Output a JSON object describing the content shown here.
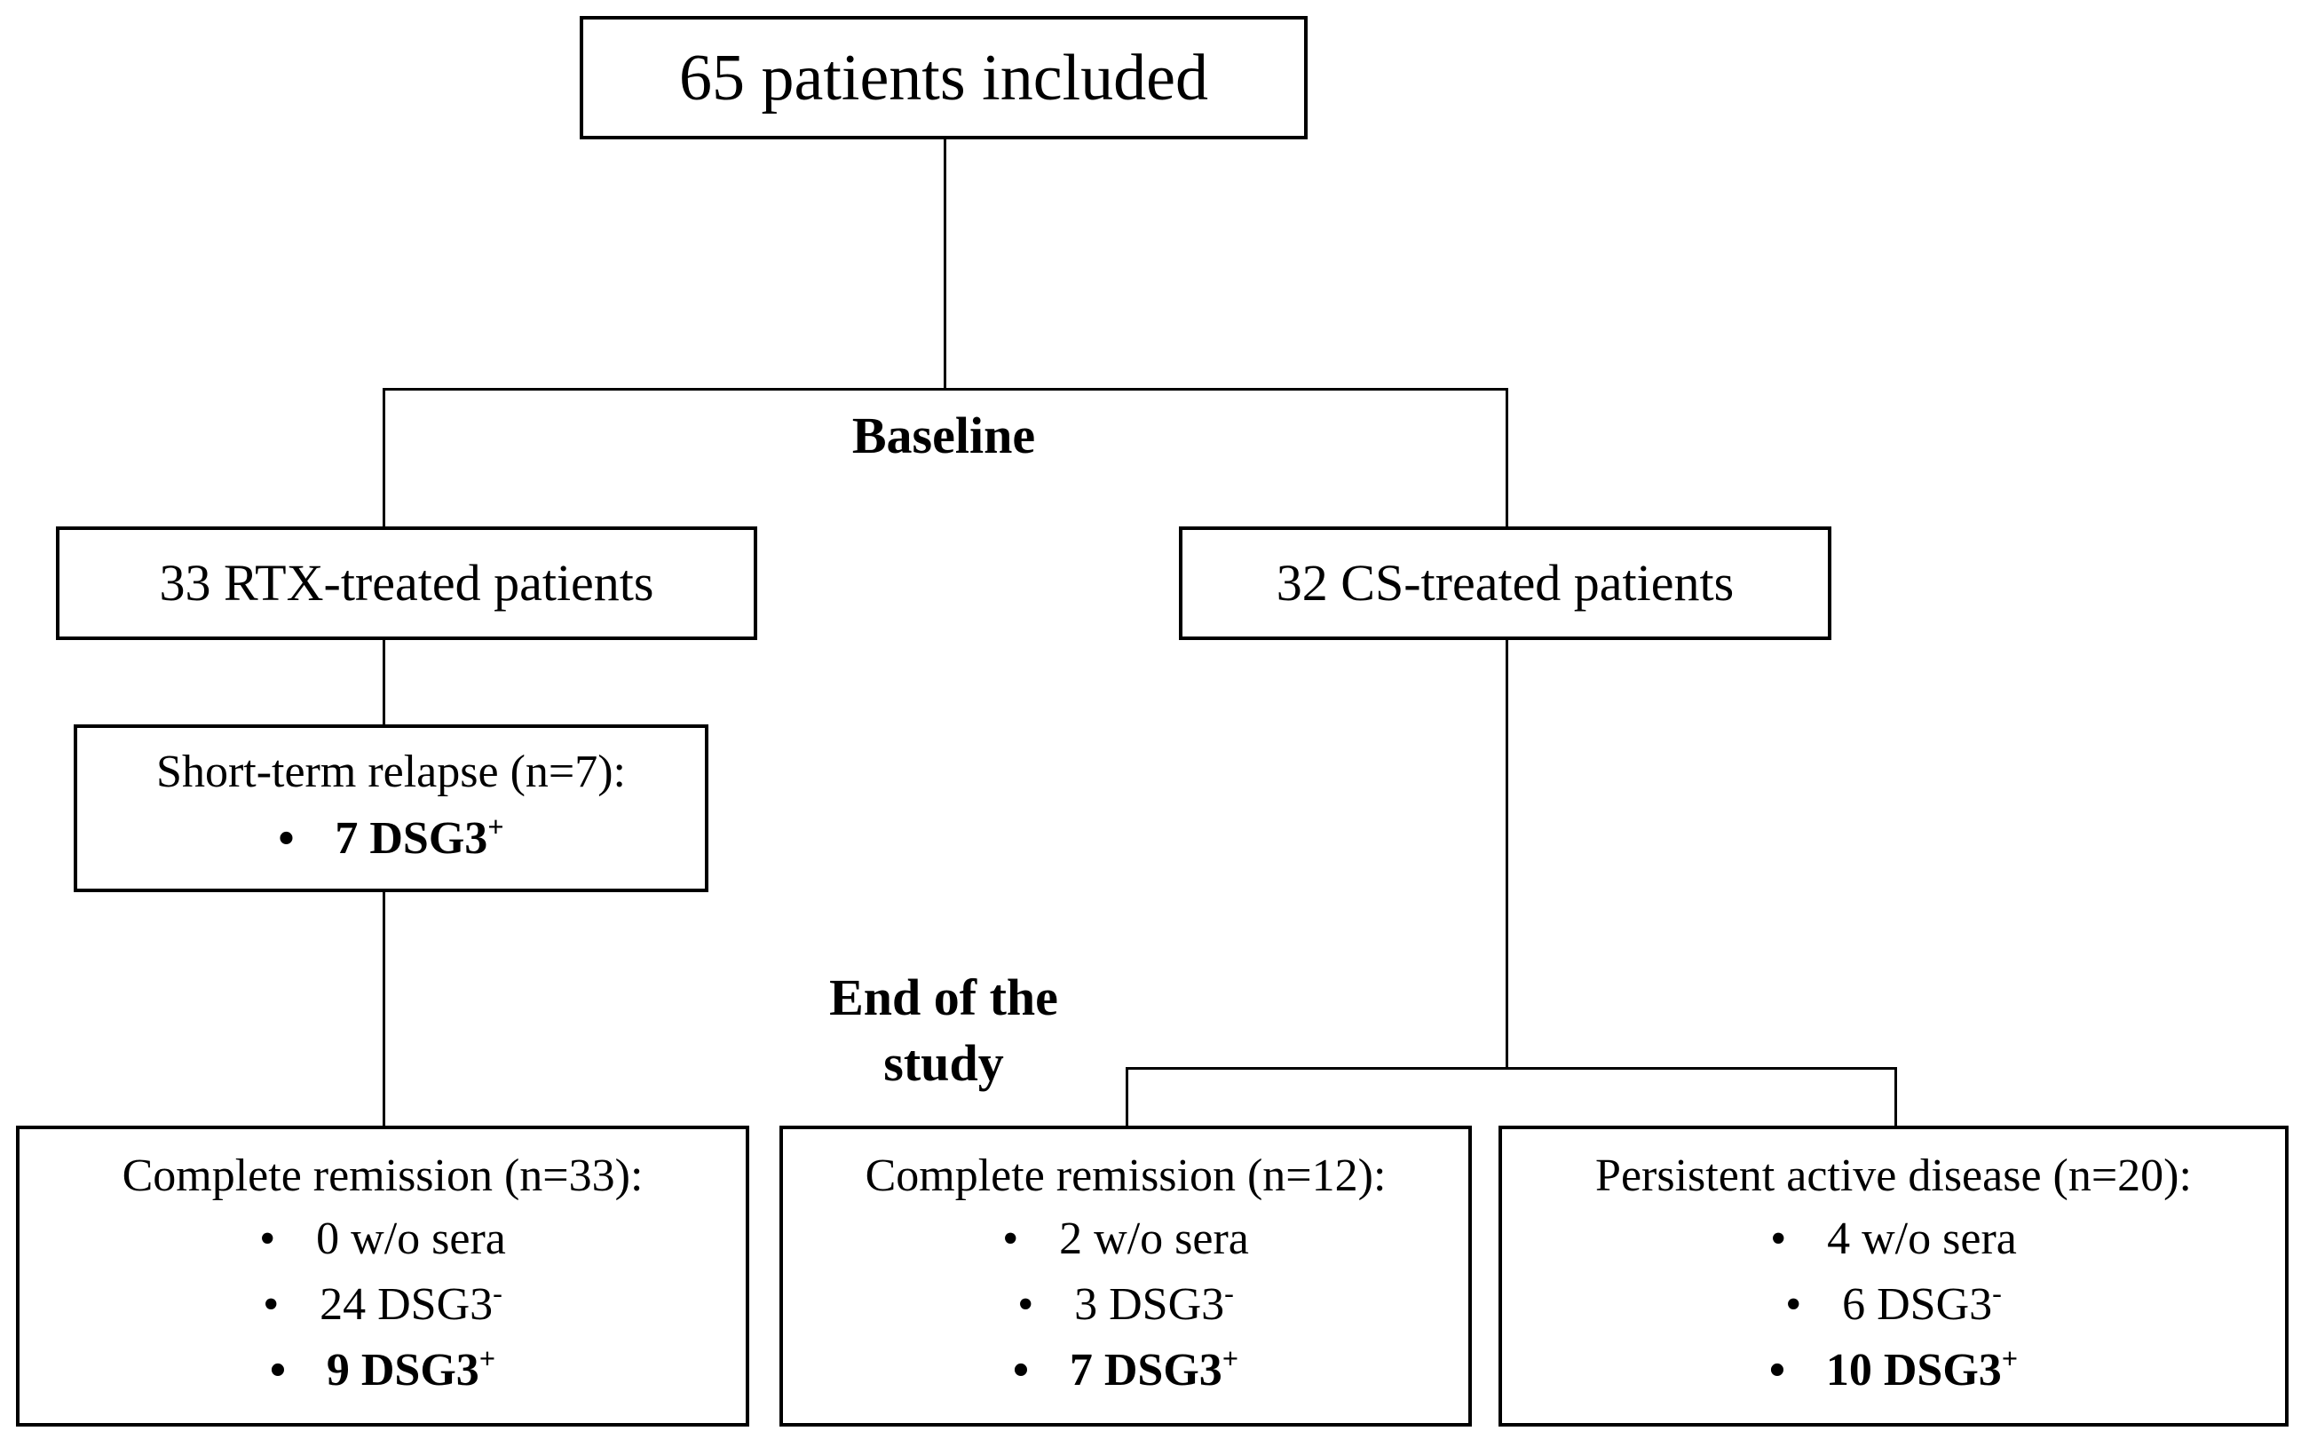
{
  "root": {
    "text": "65 patients included"
  },
  "stages": {
    "baseline": "Baseline",
    "end_line1": "End of the",
    "end_line2": "study"
  },
  "arms": {
    "rtx": {
      "text": "33 RTX-treated patients"
    },
    "cs": {
      "text": "32 CS-treated patients"
    }
  },
  "relapse": {
    "title": "Short-term relapse (n=7):",
    "items": [
      {
        "count": "7",
        "label": "DSG3",
        "sup": "+",
        "bold": true
      }
    ]
  },
  "outcomes": [
    {
      "title": "Complete remission (n=33):",
      "items": [
        {
          "count": "0",
          "label": "w/o sera",
          "sup": "",
          "bold": false
        },
        {
          "count": "24",
          "label": "DSG3",
          "sup": "-",
          "bold": false
        },
        {
          "count": "9",
          "label": "DSG3",
          "sup": "+",
          "bold": true
        }
      ]
    },
    {
      "title": "Complete remission (n=12):",
      "items": [
        {
          "count": "2",
          "label": "w/o sera",
          "sup": "",
          "bold": false
        },
        {
          "count": "3",
          "label": "DSG3",
          "sup": "-",
          "bold": false
        },
        {
          "count": "7",
          "label": "DSG3",
          "sup": "+",
          "bold": true
        }
      ]
    },
    {
      "title": "Persistent active disease (n=20):",
      "items": [
        {
          "count": "4",
          "label": "w/o sera",
          "sup": "",
          "bold": false
        },
        {
          "count": "6",
          "label": "DSG3",
          "sup": "-",
          "bold": false
        },
        {
          "count": "10",
          "label": "DSG3",
          "sup": "+",
          "bold": true
        }
      ]
    }
  ]
}
